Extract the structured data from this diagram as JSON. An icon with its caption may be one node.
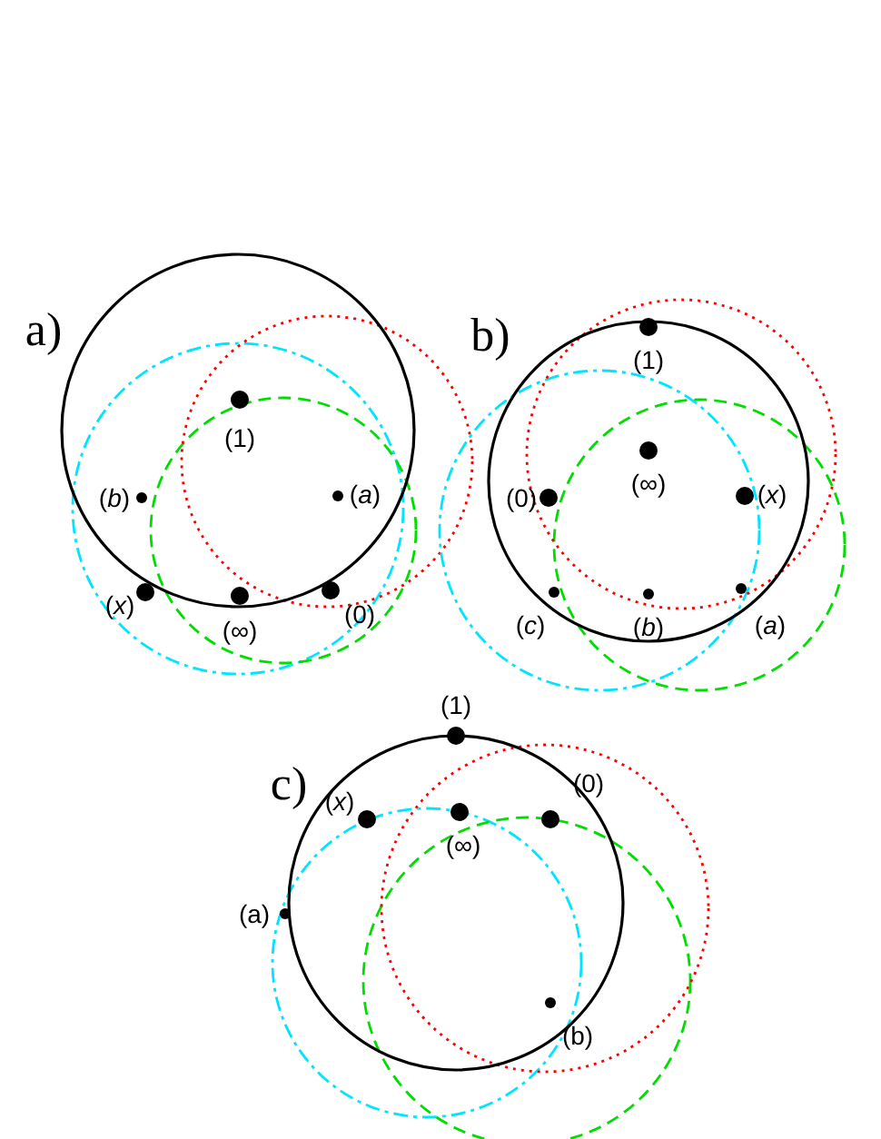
{
  "diagram": {
    "labels": [
      "a)",
      "(1)",
      "(*b*)",
      "(*a*)",
      "(*x*)",
      "(∞)",
      "(0)",
      "b)",
      "(1)",
      "(∞)",
      "(0)",
      "(*x*)",
      "(*c*)",
      "(*b*)",
      "(*a*)",
      "c)",
      "(1)",
      "(*x*)",
      "(∞)",
      "(0)",
      "(a)",
      "(b)"
    ]
  }
}
